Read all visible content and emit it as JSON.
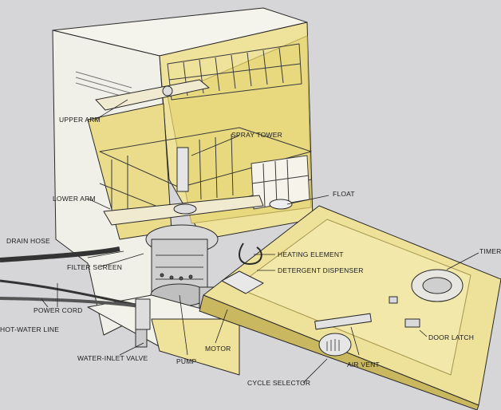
{
  "labels": {
    "upper_arm": "UPPER ARM",
    "spray_tower": "SPRAY TOWER",
    "lower_arm": "LOWER ARM",
    "float": "FLOAT",
    "drain_hose": "DRAIN HOSE",
    "filter_screen": "FILTER SCREEN",
    "heating_element": "HEATING ELEMENT",
    "detergent_dispenser": "DETERGENT DISPENSER",
    "timer": "TIMER",
    "power_cord": "POWER CORD",
    "hot_water_line": "HOT-WATER LINE",
    "water_inlet_valve": "WATER-INLET VALVE",
    "pump": "PUMP",
    "motor": "MOTOR",
    "door_latch": "DOOR LATCH",
    "air_vent": "AIR VENT",
    "cycle_selector": "CYCLE SELECTOR"
  },
  "colors": {
    "background": "#d6d6d8",
    "cabinet": "#f2f1ea",
    "tub": "#efe39b",
    "tub_dark": "#c9b85f",
    "line": "#2a2a2a"
  }
}
